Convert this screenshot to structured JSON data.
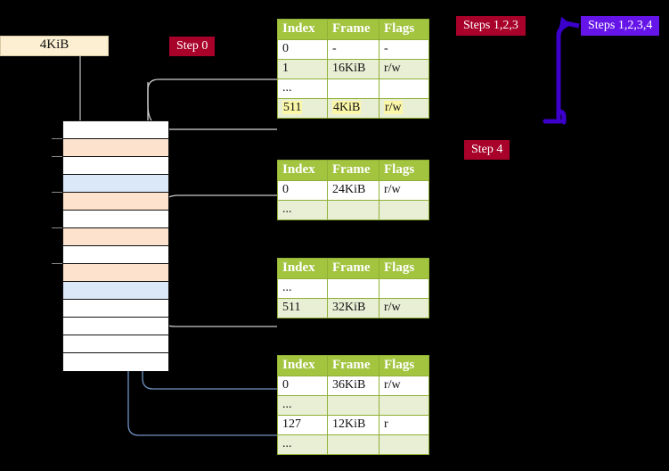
{
  "diagram": {
    "title_badges": {
      "step0": "Step 0",
      "steps123": "Steps 1,2,3",
      "steps1234": "Steps 1,2,3,4",
      "step4": "Step 4"
    },
    "colors": {
      "badge_crimson": "#a8012a",
      "badge_violet": "#6615e8",
      "table_header": "#a2c43f",
      "table_border": "#8fb036",
      "table_alt_row": "#e9efd5",
      "highlight_yellow": "#fbf7a8",
      "mem_orange": "#fde3cd",
      "mem_blue": "#dbe8f7",
      "sizebox_fill": "#fcefd2",
      "wire_gray": "#a9a9a9",
      "wire_blue": "#6f93c4"
    },
    "size_box": {
      "label": "4KiB"
    },
    "memory_grid": {
      "rows": [
        {
          "fill": "white"
        },
        {
          "fill": "orange"
        },
        {
          "fill": "white"
        },
        {
          "fill": "blue"
        },
        {
          "fill": "orange"
        },
        {
          "fill": "white"
        },
        {
          "fill": "orange"
        },
        {
          "fill": "white"
        },
        {
          "fill": "orange"
        },
        {
          "fill": "blue"
        },
        {
          "fill": "white"
        },
        {
          "fill": "white"
        },
        {
          "fill": "white"
        },
        {
          "fill": "white"
        }
      ]
    },
    "tables": [
      {
        "name": "pml4-table",
        "headers": [
          "Index",
          "Frame",
          "Flags"
        ],
        "rows": [
          {
            "index": "0",
            "frame": "-",
            "flags": "-",
            "style": "plain",
            "highlight": false
          },
          {
            "index": "1",
            "frame": "16KiB",
            "flags": "r/w",
            "style": "alt",
            "highlight": false
          },
          {
            "index": "...",
            "frame": "",
            "flags": "",
            "style": "plain",
            "highlight": false
          },
          {
            "index": "511",
            "frame": "4KiB",
            "flags": "r/w",
            "style": "alt",
            "highlight": true
          }
        ]
      },
      {
        "name": "pdp-table",
        "headers": [
          "Index",
          "Frame",
          "Flags"
        ],
        "rows": [
          {
            "index": "0",
            "frame": "24KiB",
            "flags": "r/w",
            "style": "plain",
            "highlight": false
          },
          {
            "index": "...",
            "frame": "",
            "flags": "",
            "style": "alt",
            "highlight": false
          }
        ]
      },
      {
        "name": "pd-table",
        "headers": [
          "Index",
          "Frame",
          "Flags"
        ],
        "rows": [
          {
            "index": "...",
            "frame": "",
            "flags": "",
            "style": "plain",
            "highlight": false
          },
          {
            "index": "511",
            "frame": "32KiB",
            "flags": "r/w",
            "style": "alt",
            "highlight": false
          }
        ]
      },
      {
        "name": "pt-table",
        "headers": [
          "Index",
          "Frame",
          "Flags"
        ],
        "rows": [
          {
            "index": "0",
            "frame": "36KiB",
            "flags": "r/w",
            "style": "plain",
            "highlight": false
          },
          {
            "index": "...",
            "frame": "",
            "flags": "",
            "style": "alt",
            "highlight": false
          },
          {
            "index": "127",
            "frame": "12KiB",
            "flags": "r",
            "style": "plain",
            "highlight": false
          },
          {
            "index": "...",
            "frame": "",
            "flags": "",
            "style": "alt",
            "highlight": false
          }
        ]
      }
    ]
  }
}
